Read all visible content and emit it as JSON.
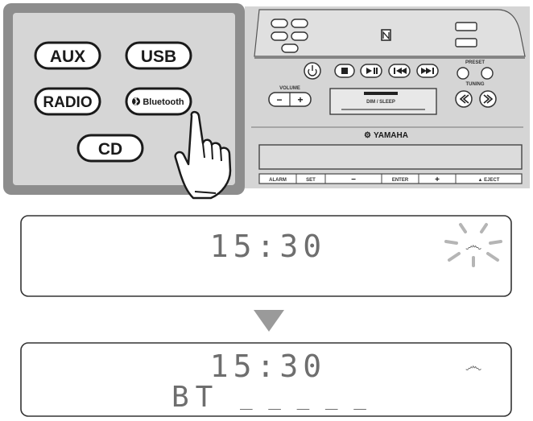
{
  "source_buttons": {
    "aux": "AUX",
    "usb": "USB",
    "radio": "RADIO",
    "bluetooth": "Bluetooth",
    "cd": "CD"
  },
  "device": {
    "brand": "YAMAHA",
    "brand_prefix": "⚙",
    "port_label": "DIM / SLEEP",
    "volume_label": "VOLUME",
    "preset_label": "PRESET",
    "tuning_label": "TUNING",
    "volume_minus": "−",
    "volume_plus": "+",
    "bottom_buttons": {
      "alarm": "ALARM",
      "set": "SET",
      "minus": "−",
      "enter": "ENTER",
      "plus": "+",
      "eject": "▲ EJECT"
    },
    "icons": [
      "power-icon",
      "stop-icon",
      "play-pause-icon",
      "prev-icon",
      "next-icon",
      "rewind-icon",
      "forward-icon"
    ]
  },
  "display_before": {
    "time": "15:30",
    "bt_symbol": "෴"
  },
  "display_after": {
    "time": "15:30",
    "bt_symbol": "෴",
    "bottom_prefix": "BT",
    "bottom_dashes": "_ _ _ _ _"
  },
  "colors": {
    "frame_gray": "#8d8d8d",
    "panel_gray": "#d8d8d8",
    "arrow_gray": "#9a9a9a",
    "lcd_text": "#6e6e6e"
  }
}
